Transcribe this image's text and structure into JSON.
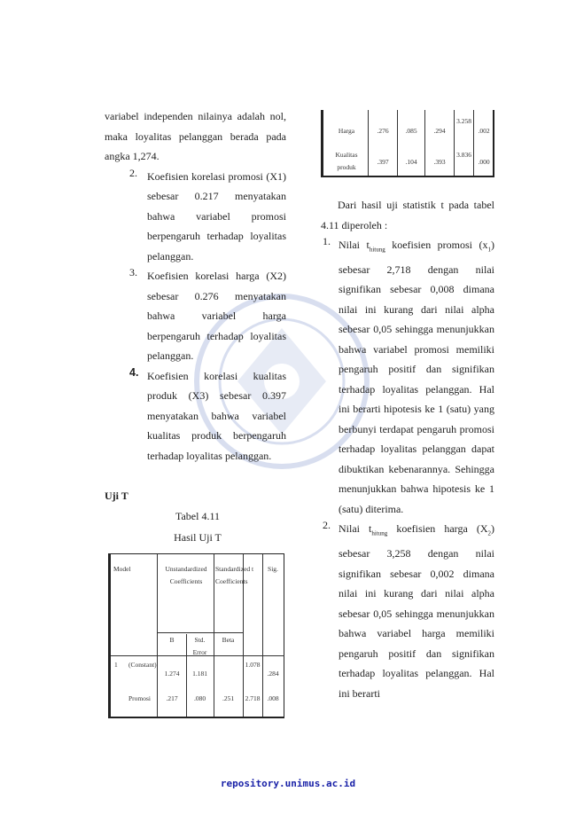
{
  "left": {
    "intro": "variabel independen nilainya adalah nol, maka loyalitas pelanggan berada pada angka 1,274.",
    "items": [
      {
        "num": "2.",
        "text": "Koefisien korelasi promosi (X1) sebesar 0.217 menyatakan bahwa variabel promosi berpengaruh terhadap loyalitas pelanggan."
      },
      {
        "num": "3.",
        "text": "Koefisien korelasi harga (X2) sebesar 0.276 menyatakan bahwa variabel harga berpengaruh terhadap loyalitas pelanggan."
      },
      {
        "num": "4.",
        "text": "Koefisien korelasi kualitas produk (X3) sebesar 0.397 menyatakan bahwa variabel kualitas produk berpengaruh terhadap loyalitas pelanggan."
      }
    ],
    "section_heading": "Uji T",
    "table_caption_1": "Tabel 4.11",
    "table_caption_2": "Hasil Uji T"
  },
  "table1": {
    "h_model": "Model",
    "h_unstd": "Unstandardized Coefficients",
    "h_std": "Standardized Coefficients",
    "h_t": "t",
    "h_sig": "Sig.",
    "h_b": "B",
    "h_se": "Std. Error",
    "h_beta": "Beta",
    "row_num": "1",
    "rows": [
      {
        "name": "(Constant)",
        "b": "1.274",
        "se": "1.181",
        "beta": "",
        "t": "1.078",
        "sig": ".284"
      },
      {
        "name": "Promosi",
        "b": ".217",
        "se": ".080",
        "beta": ".251",
        "t": "2.718",
        "sig": ".008"
      }
    ]
  },
  "table2": {
    "rows": [
      {
        "name": "Harga",
        "b": ".276",
        "se": ".085",
        "beta": ".294",
        "t": "3.258",
        "sig": ".002"
      },
      {
        "name": "Kualitas produk",
        "b": ".397",
        "se": ".104",
        "beta": ".393",
        "t": "3.836",
        "sig": ".000"
      }
    ]
  },
  "right": {
    "intro": "Dari hasil uji statistik t pada tabel 4.11 diperoleh :",
    "items": [
      {
        "num": "1.",
        "pre": "Nilai t",
        "sub1": "hitung",
        "mid": " koefisien promosi (x",
        "sub2": "1",
        "post": ") sebesar 2,718 dengan nilai signifikan sebesar 0,008 dimana nilai ini kurang dari nilai alpha sebesar 0,05 sehingga menunjukkan bahwa variabel promosi memiliki pengaruh positif dan signifikan terhadap loyalitas pelanggan. Hal ini berarti hipotesis ke 1 (satu) yang berbunyi terdapat pengaruh promosi terhadap loyalitas pelanggan dapat dibuktikan kebenarannya. Sehingga menunjukkan bahwa hipotesis ke 1 (satu) diterima."
      },
      {
        "num": "2.",
        "pre": "Nilai t",
        "sub1": "hitung",
        "mid": " koefisien harga (X",
        "sub2": "2",
        "post": ") sebesar 3,258 dengan nilai signifikan sebesar 0,002 dimana nilai ini kurang dari nilai alpha sebesar 0,05 sehingga menunjukkan bahwa variabel harga memiliki pengaruh positif dan signifikan terhadap loyalitas pelanggan. Hal ini berarti"
      }
    ]
  },
  "footer": "repository.unimus.ac.id",
  "colors": {
    "footer": "#1a22a8",
    "watermark": "#2b4fa8"
  }
}
